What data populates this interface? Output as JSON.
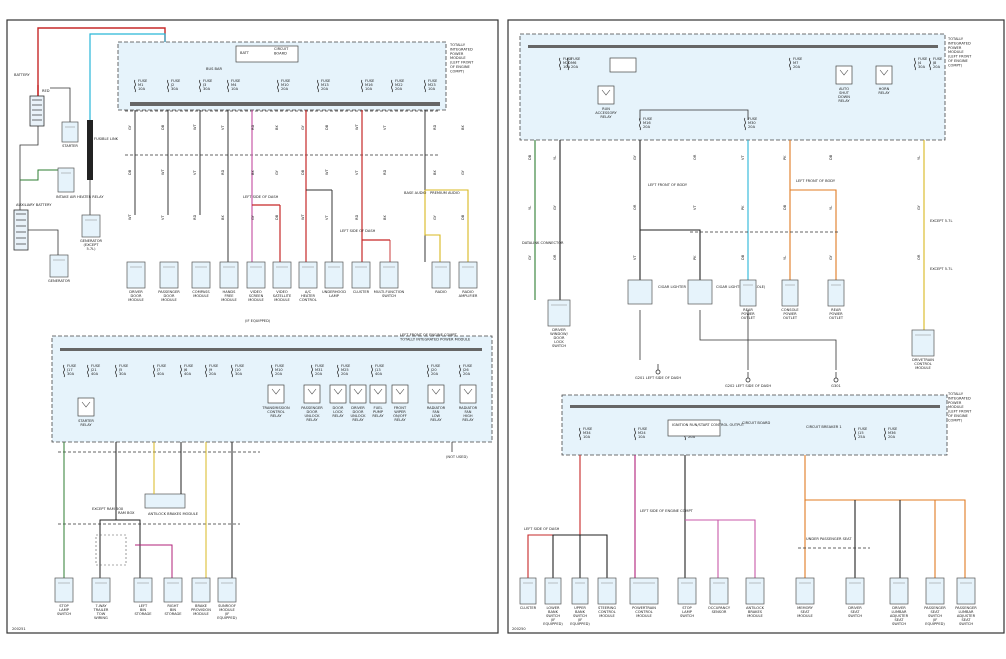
{
  "left_sheet": {
    "sheet_id": "200251",
    "top_module_header": [
      "TOTALLY",
      "INTEGRATED",
      "POWER",
      "MODULE",
      "(LEFT FRONT",
      "OF ENGINE",
      "COMPT)"
    ],
    "top_board_label": [
      "CIRCUIT",
      "BOARD"
    ],
    "batt_label": "BATT",
    "bus_label": "BUS BAR",
    "top_fuses": [
      {
        "name": "FUSE",
        "num": "M1",
        "amp": "10A"
      },
      {
        "name": "FUSE",
        "num": "J2",
        "amp": "30A"
      },
      {
        "name": "FUSE",
        "num": "J3",
        "amp": "30A"
      },
      {
        "name": "FUSE",
        "num": "M4",
        "amp": "10A"
      },
      {
        "name": "FUSE",
        "num": "M10",
        "amp": "20A"
      },
      {
        "name": "FUSE",
        "num": "M13",
        "amp": "20A"
      },
      {
        "name": "FUSE",
        "num": "M16",
        "amp": "10A"
      },
      {
        "name": "FUSE",
        "num": "M22",
        "amp": "20A"
      },
      {
        "name": "FUSE",
        "num": "M23",
        "amp": "10A"
      }
    ],
    "battery_labels": [
      "BATTERY",
      "RED",
      "STARTER",
      "RED/BLU",
      "AUXILIARY BATTERY",
      "GENERATOR",
      "INTAKE AIR HEATER RELAY",
      "FUSIBLE LINK"
    ],
    "top_components": [
      "DRIVER DOOR MODULE",
      "PASSENGER DOOR MODULE",
      "COMPASS MODULE",
      "HANDS FREE MODULE",
      "VIDEO SCREEN MODULE",
      "VIDEO SATELLITE MODULE",
      "A/C HEATER CONTROL",
      "UNDERHOOD LAMP",
      "CLUSTER",
      "MULTI-FUNCTION SWITCH",
      "RADIO",
      "RADIO AMPLIFIER",
      "GENERATOR (EXCEPT 5.7L)"
    ],
    "top_notes": [
      "LEFT SIDE OF DASH",
      "BASE AUDIO",
      "PREMIUM AUDIO",
      "(IF EQUIPPED)"
    ],
    "bottom_module_header": [
      "LEFT FRONT OF ENGINE COMPT",
      "TOTALLY INTEGRATED POWER MODULE"
    ],
    "bottom_fuses": [
      {
        "name": "FUSE",
        "num": "J17",
        "amp": "30A"
      },
      {
        "name": "FUSE",
        "num": "J21",
        "amp": "40A"
      },
      {
        "name": "FUSE",
        "num": "J5",
        "amp": "30A"
      },
      {
        "name": "FUSE",
        "num": "J7",
        "amp": "40A"
      },
      {
        "name": "FUSE",
        "num": "J6",
        "amp": "40A"
      },
      {
        "name": "FUSE",
        "num": "J9",
        "amp": "20A"
      },
      {
        "name": "FUSE",
        "num": "J10",
        "amp": "30A"
      },
      {
        "name": "FUSE",
        "num": "M10",
        "amp": "20A"
      },
      {
        "name": "FUSE",
        "num": "M31",
        "amp": "20A"
      },
      {
        "name": "FUSE",
        "num": "M25",
        "amp": "20A"
      },
      {
        "name": "FUSE",
        "num": "J13",
        "amp": "40A"
      },
      {
        "name": "FUSE",
        "num": "J20",
        "amp": "20A"
      },
      {
        "name": "FUSE",
        "num": "J26",
        "amp": "20A"
      }
    ],
    "bottom_relays": [
      "STARTER RELAY",
      "ANTILOCK BRAKES MODULE",
      "TRANSMISSION CONTROL RELAY",
      "PASSENGER DOOR UNLOCK RELAY",
      "DOOR LOCK RELAY",
      "DRIVER DOOR UNLOCK RELAY",
      "FUEL PUMP RELAY",
      "FRONT WIPER ON/OFF RELAY",
      "RADIATOR FAN LOW RELAY",
      "RADIATOR FAN HIGH RELAY",
      "(NOT USED)"
    ],
    "bottom_components": [
      "STOP LAMP SWITCH",
      "7-WAY TRAILER TOW WIRING",
      "LEFT BIN STORAGE",
      "RIGHT BIN STORAGE",
      "BRAKE PROVISION MODULE",
      "SUNROOF MODULE (IF EQUIPPED)"
    ],
    "bottom_notes": [
      "EXCEPT RAM BOX",
      "RAM BOX"
    ]
  },
  "right_sheet": {
    "sheet_id": "200250",
    "top_module_header": [
      "TOTALLY",
      "INTEGRATED",
      "POWER",
      "MODULE",
      "(LEFT FRONT",
      "OF ENGINE",
      "COMPT)"
    ],
    "top_fuses": [
      {
        "name": "FUSE",
        "num": "M20",
        "amp": "10A"
      },
      {
        "name": "FUSE",
        "num": "M6",
        "amp": "20A"
      },
      {
        "name": "FUSE",
        "num": "M7",
        "amp": "20A"
      },
      {
        "name": "FUSE",
        "num": "J4",
        "amp": "30A"
      },
      {
        "name": "FUSE",
        "num": "J8",
        "amp": "20A"
      }
    ],
    "top_relays": [
      "RUN ACCESSORY RELAY",
      "AUTO SHUT DOWN RELAY",
      "HORN RELAY"
    ],
    "top_components": [
      "DATALINK CONNECTOR",
      "DRIVER WINDOW/ DOOR LOCK SWITCH",
      "CIGAR LIGHTER",
      "CIGAR LIGHTER (CONSOLE)",
      "REAR POWER OUTLET",
      "CONSOLE POWER OUTLET",
      "REAR POWER OUTLET",
      "DRIVETRAIN CONTROL MODULE"
    ],
    "grounds": [
      "G201 LEFT SIDE OF DASH",
      "G202 LEFT SIDE OF DASH",
      "G301"
    ],
    "top_notes": [
      "LEFT FRONT OF BODY",
      "EXCEPT 5.7L",
      "(IF EQUIPPED)"
    ],
    "bottom_module_header": [
      "TOTALLY",
      "INTEGRATED",
      "POWER",
      "MODULE",
      "(LEFT FRONT",
      "OF ENGINE",
      "COMPT)"
    ],
    "bottom_fuses": [
      {
        "name": "FUSE",
        "num": "M34",
        "amp": "10A"
      },
      {
        "name": "FUSE",
        "num": "M24",
        "amp": "10A"
      },
      {
        "name": "FUSE",
        "num": "M27",
        "amp": "20A"
      },
      {
        "name": "FUSE",
        "num": "J15",
        "amp": "25A"
      },
      {
        "name": "FUSE",
        "num": "M36",
        "amp": "20A"
      }
    ],
    "bottom_board_labels": [
      "IGNITION RUN/START CONTROL OUTPUT",
      "CIRCUIT BOARD",
      "CIRCUIT BREAKER 1"
    ],
    "bottom_components": [
      "CLUSTER",
      "LOWER BANK SWITCH (IF EQUIPPED)",
      "UPPER BANK SWITCH (IF EQUIPPED)",
      "STEERING CONTROL MODULE",
      "POWERTRAIN CONTROL MODULE",
      "STOP LAMP SWITCH",
      "OCCUPANCY SENSOR",
      "ANTILOCK BRAKES MODULE",
      "MEMORY SEAT MODULE",
      "DRIVER SEAT SWITCH",
      "DRIVER LUMBAR ADJUSTER SEAT SWITCH",
      "PASSENGER SEAT SWITCH (IF EQUIPPED)",
      "PASSENGER LUMBAR ADJUSTER SEAT SWITCH"
    ],
    "bottom_notes": [
      "LEFT SIDE OF DASH",
      "LEFT SIDE OF ENGINE COMPT",
      "UNDER PASSENGER SEAT",
      "(IF EQUIPPED)"
    ]
  },
  "wire_colors": {
    "red": "#c62828",
    "cyan": "#29b6d8",
    "green": "#2e7d32",
    "orange": "#e07b22",
    "yellow": "#d8b820",
    "pink": "#c85aa8",
    "magenta": "#b0207a",
    "brown": "#7a4a22",
    "black": "#222222",
    "module_fill": "#e6f3fb"
  }
}
